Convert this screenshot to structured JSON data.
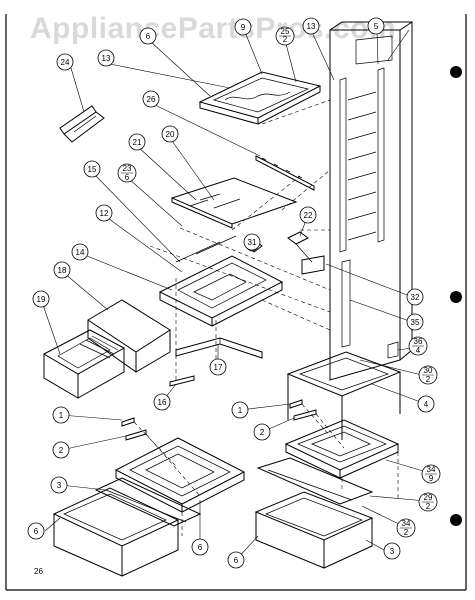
{
  "watermark": "AppliancePartsPros.com",
  "page_number": "26",
  "callouts": [
    {
      "id": "c24",
      "text": "24"
    },
    {
      "id": "c13a",
      "text": "13"
    },
    {
      "id": "c6a",
      "text": "6"
    },
    {
      "id": "c9",
      "text": "9"
    },
    {
      "id": "c25top",
      "text": "25"
    },
    {
      "id": "c25bot",
      "text": "2"
    },
    {
      "id": "c13b",
      "text": "13"
    },
    {
      "id": "c5",
      "text": "5"
    },
    {
      "id": "c26",
      "text": "26"
    },
    {
      "id": "c21",
      "text": "21"
    },
    {
      "id": "c20",
      "text": "20"
    },
    {
      "id": "c23top",
      "text": "23"
    },
    {
      "id": "c23bot",
      "text": "6"
    },
    {
      "id": "c15",
      "text": "15"
    },
    {
      "id": "c22",
      "text": "22"
    },
    {
      "id": "c12",
      "text": "12"
    },
    {
      "id": "c31",
      "text": "31"
    },
    {
      "id": "c14",
      "text": "14"
    },
    {
      "id": "c18",
      "text": "18"
    },
    {
      "id": "c19",
      "text": "19"
    },
    {
      "id": "c32",
      "text": "32"
    },
    {
      "id": "c35",
      "text": "35"
    },
    {
      "id": "c36top",
      "text": "36"
    },
    {
      "id": "c36bot",
      "text": "4"
    },
    {
      "id": "c30top",
      "text": "30"
    },
    {
      "id": "c30bot",
      "text": "2"
    },
    {
      "id": "c17",
      "text": "17"
    },
    {
      "id": "c16",
      "text": "16"
    },
    {
      "id": "c4",
      "text": "4"
    },
    {
      "id": "c1a",
      "text": "1"
    },
    {
      "id": "c1b",
      "text": "1"
    },
    {
      "id": "c2a",
      "text": "2"
    },
    {
      "id": "c2b",
      "text": "2"
    },
    {
      "id": "c34atop",
      "text": "34"
    },
    {
      "id": "c34abot",
      "text": "9"
    },
    {
      "id": "c29top",
      "text": "29"
    },
    {
      "id": "c29bot",
      "text": "2"
    },
    {
      "id": "c3a",
      "text": "3"
    },
    {
      "id": "c34btop",
      "text": "34"
    },
    {
      "id": "c34bbot",
      "text": "2"
    },
    {
      "id": "c6b",
      "text": "6"
    },
    {
      "id": "c6c",
      "text": "6"
    },
    {
      "id": "c6d",
      "text": "6"
    },
    {
      "id": "c3b",
      "text": "3"
    }
  ]
}
